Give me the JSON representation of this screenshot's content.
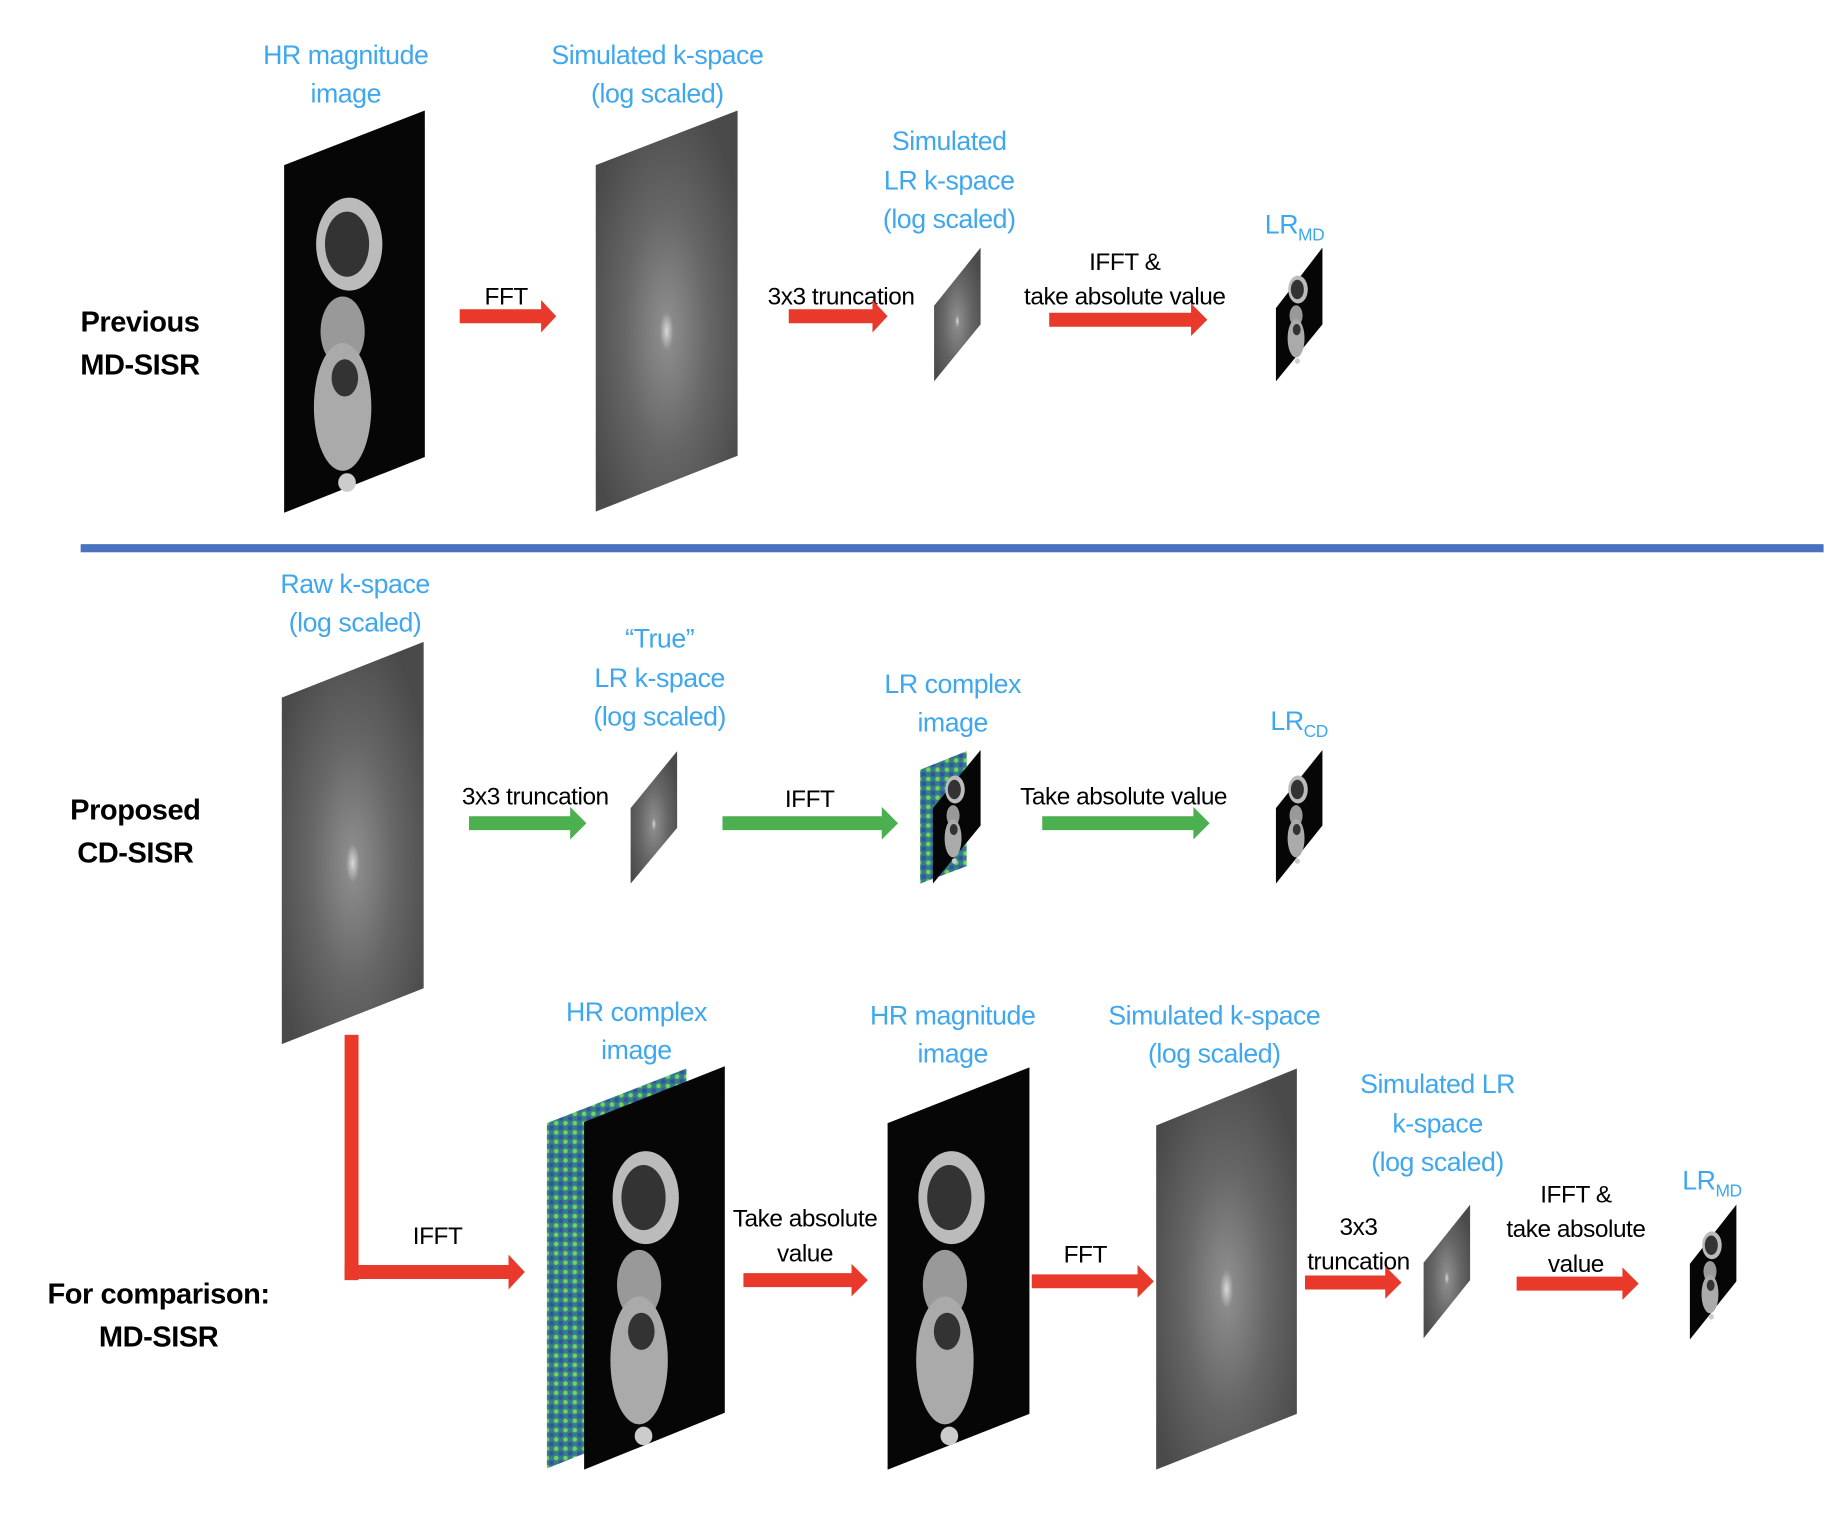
{
  "colors": {
    "label_blue": "#3ea7ee",
    "red_arrow": "#e8392a",
    "green_arrow": "#4caf50",
    "divider": "#4a72be"
  },
  "top": {
    "row_label": [
      "Previous",
      "MD-SISR"
    ],
    "hr_mag": [
      "HR magnitude",
      "image"
    ],
    "sim_kspace": [
      "Simulated k-space",
      "(log scaled)"
    ],
    "sim_lr_kspace": [
      "Simulated",
      "LR k-space",
      "(log scaled)"
    ],
    "lr_md": {
      "main": "LR",
      "sub": "MD"
    },
    "fft": "FFT",
    "trunc": "3x3 truncation",
    "ifft_abs": [
      "IFFT &",
      "take absolute value"
    ]
  },
  "middle": {
    "row_label": [
      "Proposed",
      "CD-SISR"
    ],
    "raw_kspace": [
      "Raw k-space",
      "(log scaled)"
    ],
    "true_lr": [
      "“True”",
      "LR k-space",
      "(log scaled)"
    ],
    "lr_complex": [
      "LR complex",
      "image"
    ],
    "lr_cd": {
      "main": "LR",
      "sub": "CD"
    },
    "trunc": "3x3 truncation",
    "ifft": "IFFT",
    "abs": "Take absolute value"
  },
  "bottom": {
    "row_label": [
      "For comparison:",
      "MD-SISR"
    ],
    "ifft": "IFFT",
    "hr_complex": [
      "HR complex",
      "image"
    ],
    "abs": [
      "Take absolute",
      "value"
    ],
    "hr_mag": [
      "HR magnitude",
      "image"
    ],
    "fft": "FFT",
    "sim_kspace": [
      "Simulated k-space",
      "(log scaled)"
    ],
    "sim_lr_kspace": [
      "Simulated LR",
      "k-space",
      "(log scaled)"
    ],
    "trunc": [
      "3x3",
      "truncation"
    ],
    "ifft_abs": [
      "IFFT &",
      "take absolute",
      "value"
    ],
    "lr_md": {
      "main": "LR",
      "sub": "MD"
    }
  }
}
